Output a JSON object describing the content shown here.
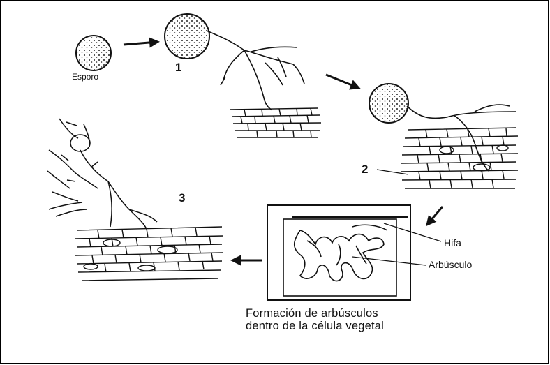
{
  "labels": {
    "spore": "Esporo",
    "stage1": "1",
    "stage2": "2",
    "stage3": "3",
    "hypha": "Hifa",
    "arbuscule": "Arbúsculo"
  },
  "caption": {
    "line1": "Formación de arbúsculos",
    "line2": "dentro de la célula vegetal"
  },
  "colors": {
    "ink": "#111111",
    "background": "#ffffff"
  }
}
